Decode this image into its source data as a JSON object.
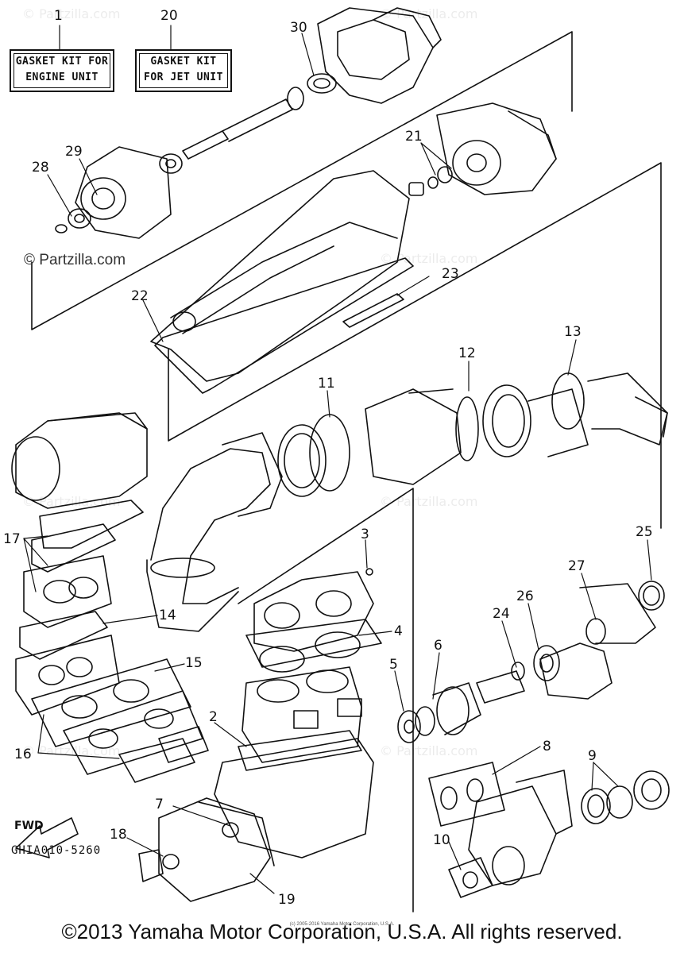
{
  "kit_labels": {
    "engine_number": "1",
    "engine_line1": "GASKET KIT FOR",
    "engine_line2": "ENGINE UNIT",
    "jet_number": "20",
    "jet_line1": "GASKET KIT",
    "jet_line2": "FOR JET UNIT"
  },
  "callouts": [
    "30",
    "21",
    "29",
    "28",
    "23",
    "22",
    "13",
    "12",
    "11",
    "17",
    "3",
    "25",
    "27",
    "26",
    "24",
    "6",
    "4",
    "5",
    "14",
    "15",
    "2",
    "16",
    "8",
    "9",
    "7",
    "18",
    "10",
    "19"
  ],
  "watermark_text": "© Partzilla.com",
  "partzilla_notice": "© Partzilla.com",
  "diagram_code": "GHIA010-5260",
  "fwd_label": "FWD",
  "copyright_small": "(c) 2005-2016 Yamaha Motor Corporation, U.S.A.",
  "copyright_main": "©2013 Yamaha Motor Corporation, U.S.A. All rights reserved."
}
